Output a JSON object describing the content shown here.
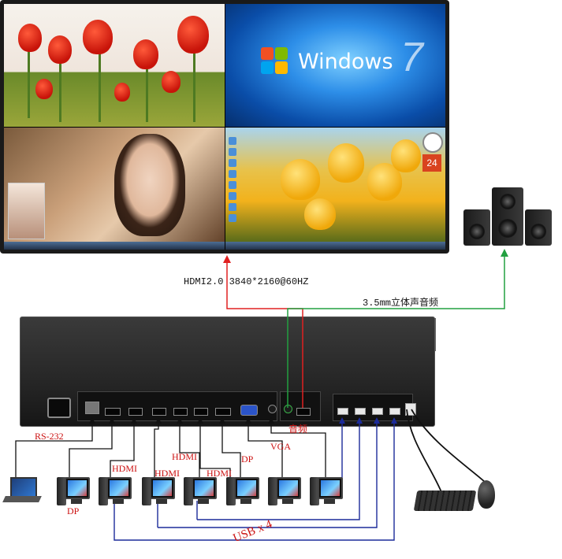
{
  "monitor": {
    "windows_text": "Windows",
    "windows_version": "7",
    "calendar_day": "24"
  },
  "labels": {
    "hdmi_output": "HDMI2.0  3840*2160@60HZ",
    "audio_out": "3.5mm立体声音频",
    "audio_port": "音频",
    "rs232": "RS-232",
    "dp_left": "DP",
    "hdmi_1": "HDMI",
    "hdmi_2": "HDMI",
    "hdmi_3": "HDMI",
    "hdmi_4": "HDMI",
    "dp_right": "DP",
    "vga": "VGA",
    "usb_x4": "USB x 4"
  },
  "colors": {
    "video_line": "#e02020",
    "audio_line": "#22a040",
    "usb_line": "#1c2b9a",
    "input_line": "#111111"
  },
  "icons": [
    "laptop-icon",
    "pc-icon",
    "speaker-icon",
    "keyboard-icon",
    "mouse-icon"
  ]
}
